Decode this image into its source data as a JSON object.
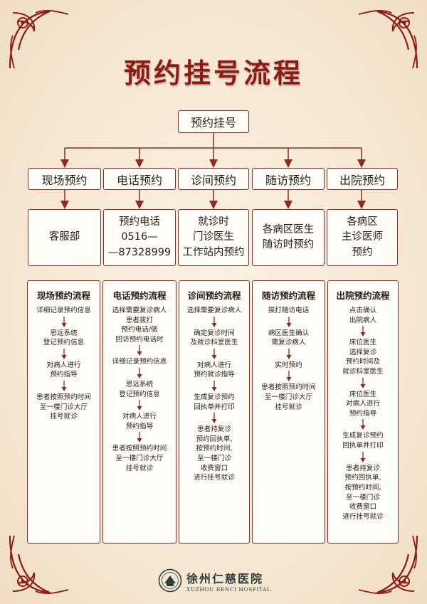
{
  "title": "预约挂号流程",
  "root": "预约挂号",
  "colors": {
    "accent": "#8e1a14",
    "border": "#8e2a22",
    "background": "#f6ead8"
  },
  "columns": [
    {
      "category": "现场预约",
      "info": [
        "客服部"
      ],
      "flow_title": "现场预约流程",
      "steps": [
        [
          "详细记录预约信息"
        ],
        [
          "思远系统",
          "登记预约信息"
        ],
        [
          "对病人进行",
          "预约指导"
        ],
        [
          "患者按照预约时间",
          "至一楼门诊大厅",
          "挂号就诊"
        ]
      ]
    },
    {
      "category": "电话预约",
      "info": [
        "预约电话",
        "0516—",
        "—87328999"
      ],
      "flow_title": "电话预约流程",
      "steps": [
        [
          "选择需要复诊病人",
          "患者拔打",
          "预约电话/做",
          "回访预约电话时"
        ],
        [
          "详细记录预约信息"
        ],
        [
          "思远系统",
          "登记预约信息"
        ],
        [
          "对病人进行",
          "预约指导"
        ],
        [
          "患者按照预约时间",
          "至一楼门诊大厅",
          "挂号就诊"
        ]
      ]
    },
    {
      "category": "诊间预约",
      "info": [
        "就诊时",
        "门诊医生",
        "工作站内预约"
      ],
      "flow_title": "诊间预约流程",
      "steps": [
        [
          "选择需要复诊病人"
        ],
        [
          "确定复诊时间",
          "及就诊科室医生"
        ],
        [
          "对病人进行",
          "预约就诊指导"
        ],
        [
          "生成复诊预约",
          "回执单并打印"
        ],
        [
          "患者持复诊",
          "预约回执单,",
          "按预约时间,",
          "至一楼门诊",
          "收费窗口",
          "进行挂号就诊"
        ]
      ]
    },
    {
      "category": "随访预约",
      "info": [
        "各病区医生",
        "随访时预约"
      ],
      "flow_title": "随访预约流程",
      "steps": [
        [
          "拔打随访电话"
        ],
        [
          "病区医生确认",
          "需复诊病人"
        ],
        [
          "实时预约"
        ],
        [
          "患者按照预约时间",
          "至一楼门诊大厅",
          "挂号就诊"
        ]
      ]
    },
    {
      "category": "出院预约",
      "info": [
        "各病区",
        "主诊医师",
        "预约"
      ],
      "flow_title": "出院预约流程",
      "steps": [
        [
          "点击确认",
          "出院病人"
        ],
        [
          "床位医生",
          "选择复诊",
          "预约时间及",
          "就诊科室医生"
        ],
        [
          "床位医生",
          "对病人进行",
          "预约指导"
        ],
        [
          "生成复诊预约",
          "回执单并打印"
        ],
        [
          "患者持复诊",
          "预约回执单,",
          "按预约时间,",
          "至一楼门诊",
          "收费窗口",
          "进行挂号就诊"
        ]
      ]
    }
  ],
  "footer": {
    "name_cn": "徐州仁慈医院",
    "name_en": "XUZHOU RENCI HOSPITAL",
    "logo_icon": "hospital-seal-icon"
  }
}
